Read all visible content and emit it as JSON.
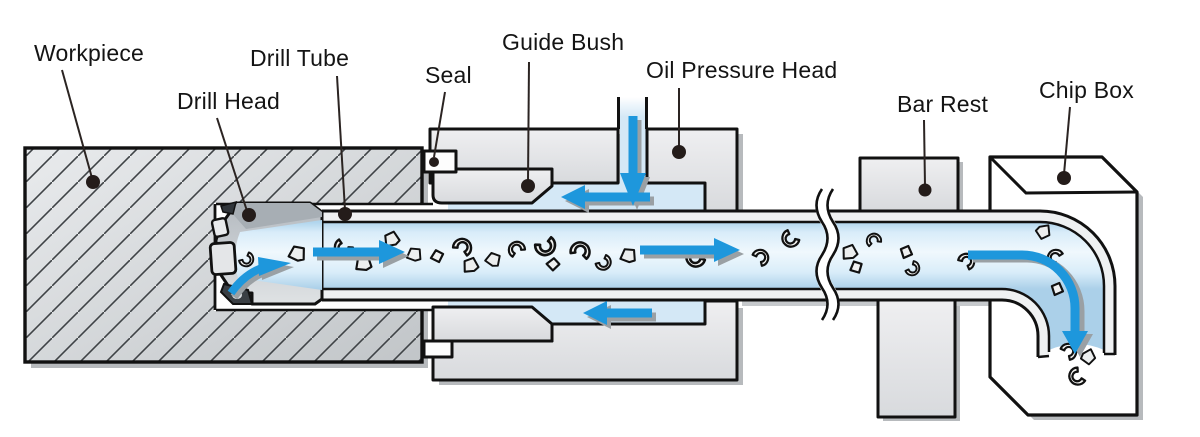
{
  "diagram": {
    "labels": {
      "workpiece": "Workpiece",
      "drill_head": "Drill Head",
      "drill_tube": "Drill Tube",
      "seal": "Seal",
      "guide_bush": "Guide Bush",
      "oil_pressure_head": "Oil Pressure Head",
      "bar_rest": "Bar Rest",
      "chip_box": "Chip Box"
    },
    "colors": {
      "fluid": "#d4e8f6",
      "fluid_edge": "#abd0e9",
      "arrow_blue": "#1e97dc",
      "arrow_shadow": "#9aa0a4",
      "metal_fill": "#e3e5e7",
      "drill_head_fill": "#c3c8cc",
      "outline": "#111111",
      "block_shadow": "#b5b8bb",
      "background": "#ffffff",
      "label_text": "#141414"
    }
  }
}
